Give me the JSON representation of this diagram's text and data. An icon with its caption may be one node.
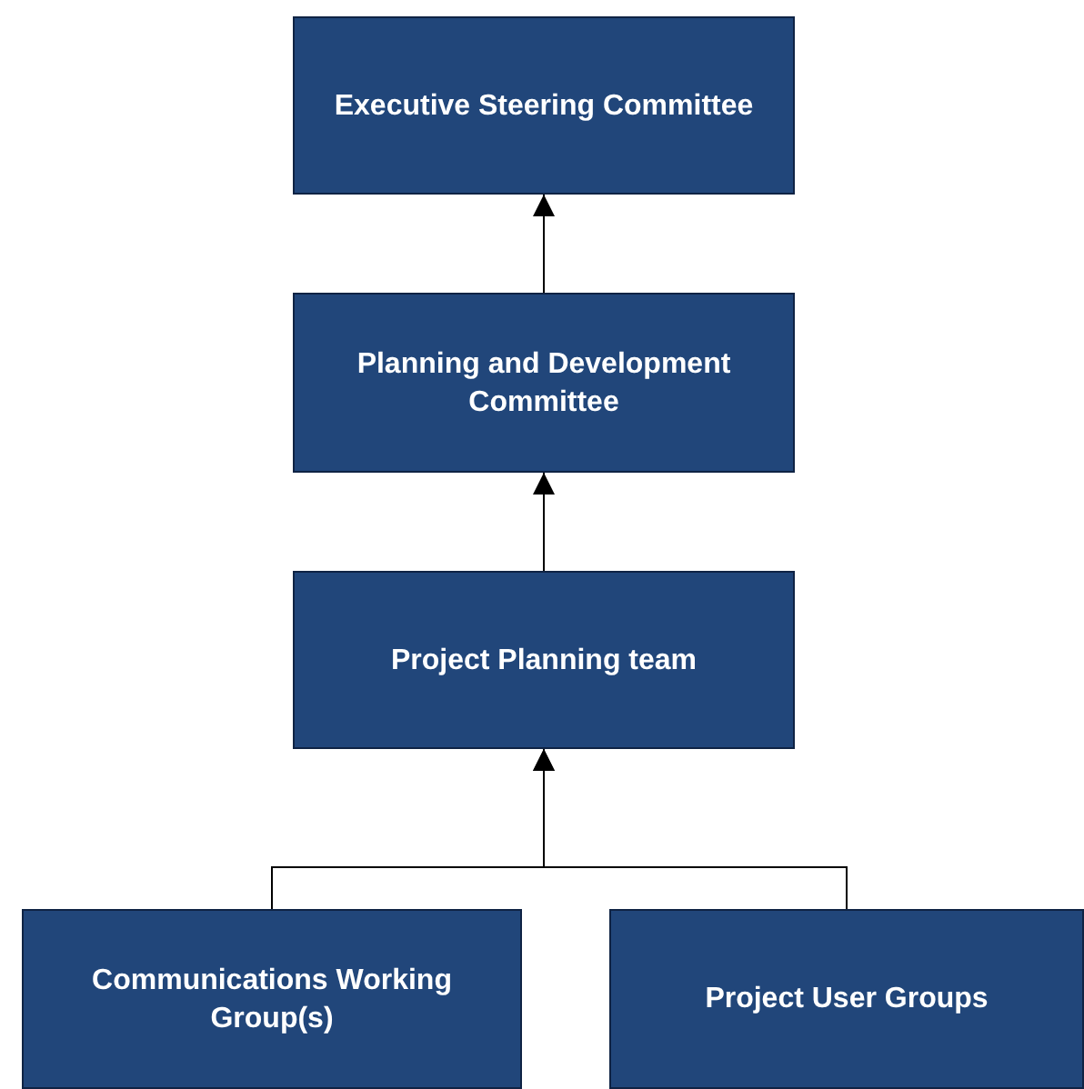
{
  "diagram": {
    "nodes": [
      {
        "text": [
          "Executive Steering Committee"
        ]
      },
      {
        "text": [
          "Planning and Development Committee"
        ]
      },
      {
        "text": [
          "Project Planning team"
        ]
      },
      {
        "text": [
          "Communications Working Group(s)"
        ]
      },
      {
        "text": [
          "Project User Groups"
        ]
      }
    ],
    "edges": [
      {
        "from": 1,
        "to": 0,
        "arrow": "to"
      },
      {
        "from": 2,
        "to": 1,
        "arrow": "to"
      },
      {
        "from": 3,
        "to": 2,
        "arrow": "to"
      },
      {
        "from": 4,
        "to": 2,
        "arrow": "to"
      }
    ]
  }
}
